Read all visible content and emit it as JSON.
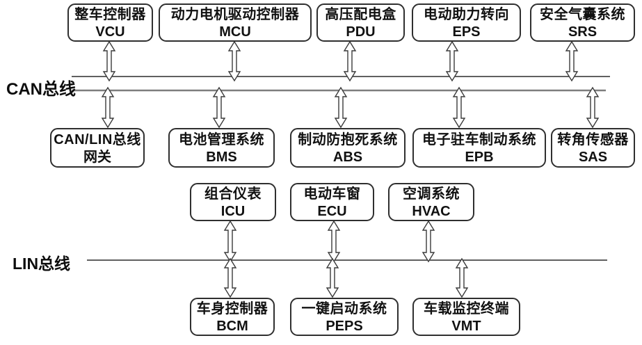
{
  "diagram": {
    "buses": {
      "can": {
        "label": "CAN总线"
      },
      "lin": {
        "label": "LIN总线"
      }
    },
    "nodes": {
      "can_top": [
        {
          "line1": "整车控制器",
          "line2": "VCU"
        },
        {
          "line1": "动力电机驱动控制器",
          "line2": "MCU"
        },
        {
          "line1": "高压配电盒",
          "line2": "PDU"
        },
        {
          "line1": "电动助力转向",
          "line2": "EPS"
        },
        {
          "line1": "安全气囊系统",
          "line2": "SRS"
        }
      ],
      "can_bottom": [
        {
          "line1": "CAN/LIN总线",
          "line2": "网关"
        },
        {
          "line1": "电池管理系统",
          "line2": "BMS"
        },
        {
          "line1": "制动防抱死系统",
          "line2": "ABS"
        },
        {
          "line1": "电子驻车制动系统",
          "line2": "EPB"
        },
        {
          "line1": "转角传感器",
          "line2": "SAS"
        }
      ],
      "lin_top": [
        {
          "line1": "组合仪表",
          "line2": "ICU"
        },
        {
          "line1": "电动车窗",
          "line2": "ECU"
        },
        {
          "line1": "空调系统",
          "line2": "HVAC"
        }
      ],
      "lin_bottom": [
        {
          "line1": "车身控制器",
          "line2": "BCM"
        },
        {
          "line1": "一键启动系统",
          "line2": "PEPS"
        },
        {
          "line1": "车载监控终端",
          "line2": "VMT"
        }
      ]
    },
    "colors": {
      "line_dark": "#2b2b2b",
      "line_gray": "#7e7e7e",
      "box_border": "#2f2f2f"
    }
  }
}
